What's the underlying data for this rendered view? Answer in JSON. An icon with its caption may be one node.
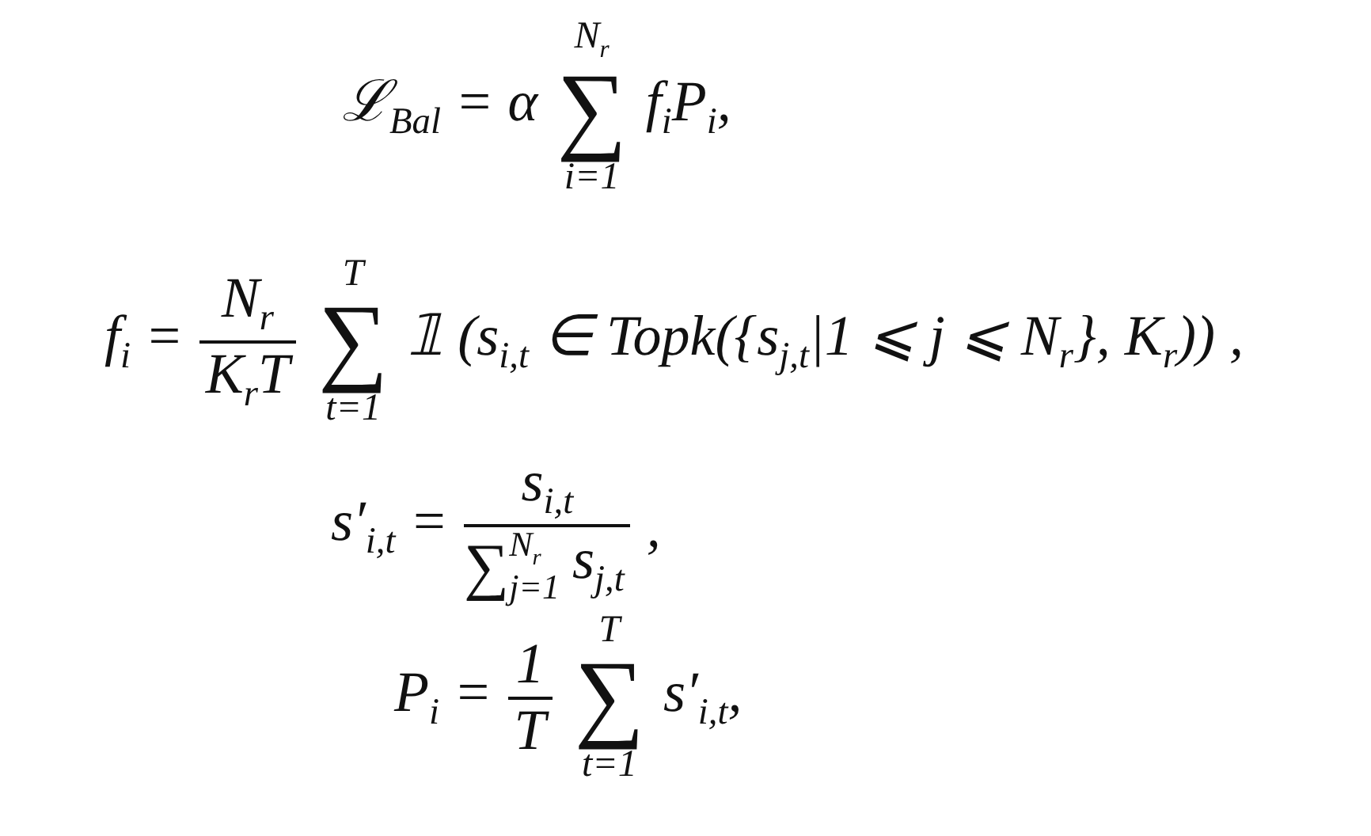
{
  "diagram": {
    "labels": [
      "ℒ$_{Bal}$ = α",
      "N$_{r}$",
      "∑",
      "i=1",
      "f$_{i}$P$_{i}$,",
      "f$_{i}$ =",
      "N$_{r}$",
      "K$_{r}$T",
      "T",
      "∑",
      "t=1",
      "𝟙 (s$_{i,t}$ ∈ Topk({s$_{j,t}$|1 ⩽ j ⩽ N$_{r}$}, K$_{r}$)) ,",
      "s′$_{i,t}$ =",
      "s$_{i,t}$",
      "∑",
      "N$_{r}$",
      "j=1",
      "s$_{j,t}$",
      ",",
      "P$_{i}$ =",
      "1",
      "T",
      "T",
      "∑",
      "t=1",
      "s′$_{i,t}$,"
    ]
  }
}
